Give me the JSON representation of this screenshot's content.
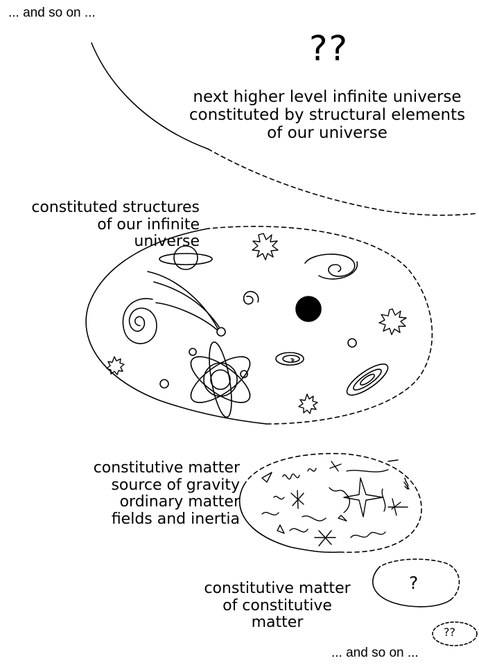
{
  "labels": {
    "top_continuation": "... and so on ...",
    "bottom_continuation": "... and so on ...",
    "higher_level_mark": "??",
    "higher_level": [
      "next higher level infinite universe",
      "constituted by structural elements",
      "of our universe"
    ],
    "our_universe": [
      "constituted structures",
      "of our infinite",
      "universe"
    ],
    "constitutive_matter": [
      "constitutive matter",
      "source of gravity",
      "ordinary matter",
      "fields and inertia"
    ],
    "sub_constitutive": [
      "constitutive matter",
      "of constitutive",
      "matter"
    ],
    "sub_mark": "?",
    "deepest_mark": "??"
  }
}
